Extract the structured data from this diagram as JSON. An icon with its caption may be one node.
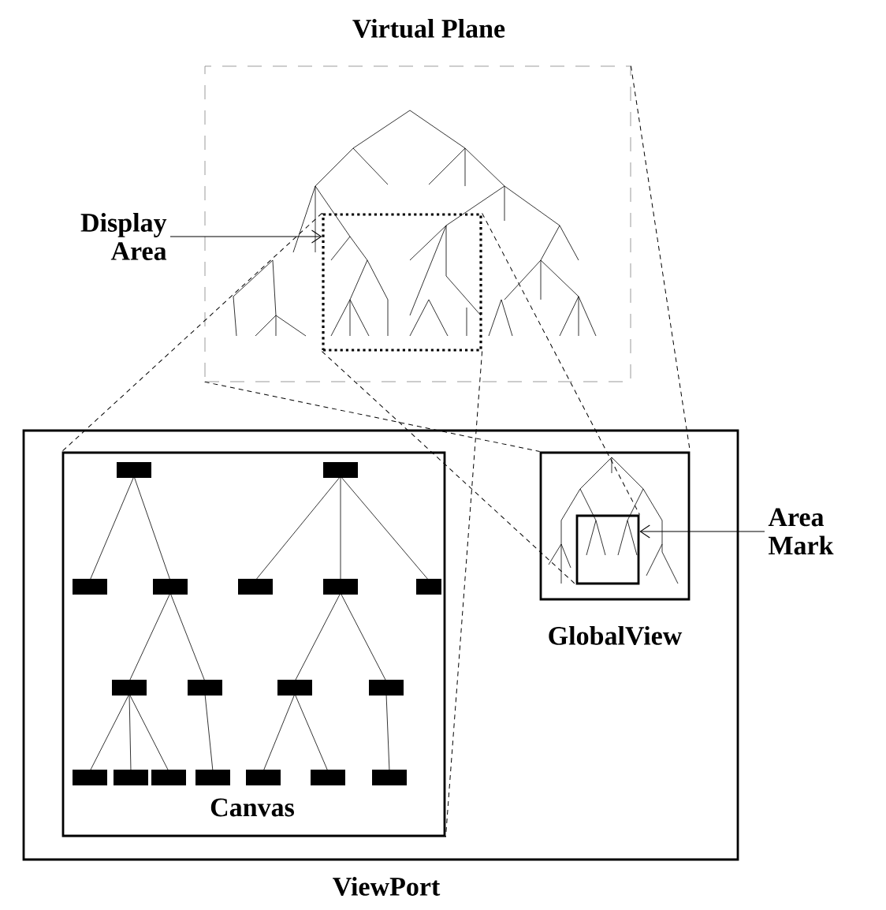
{
  "diagram": {
    "nodes": [
      {
        "text": [
          "Virtual Plane"
        ]
      },
      {
        "text": [],
        "shape": "box",
        "in": 0
      },
      {
        "text": [
          "Display Area"
        ]
      },
      {
        "text": [
          "ViewPort"
        ]
      },
      {
        "text": [
          "Canvas"
        ],
        "in": 3
      },
      {
        "text": [
          "GlobalView"
        ],
        "in": 3
      },
      {
        "text": [],
        "shape": "box",
        "in": 5
      },
      {
        "text": [
          "Area Mark"
        ]
      }
    ],
    "edges": [
      {
        "from": 2,
        "to": 1,
        "arrow": "to"
      },
      {
        "from": 7,
        "to": 6,
        "arrow": "to"
      },
      {
        "from": 1,
        "to": 4,
        "arrow": "none",
        "style": "dashed"
      },
      {
        "from": 1,
        "to": 4,
        "arrow": "none",
        "style": "dashed"
      },
      {
        "from": 1,
        "to": 6,
        "arrow": "none",
        "style": "dashed"
      },
      {
        "from": 1,
        "to": 6,
        "arrow": "none",
        "style": "dashed"
      },
      {
        "from": 0,
        "to": 5,
        "arrow": "none",
        "style": "dashed"
      },
      {
        "from": 0,
        "to": 5,
        "arrow": "none",
        "style": "dashed"
      }
    ]
  }
}
